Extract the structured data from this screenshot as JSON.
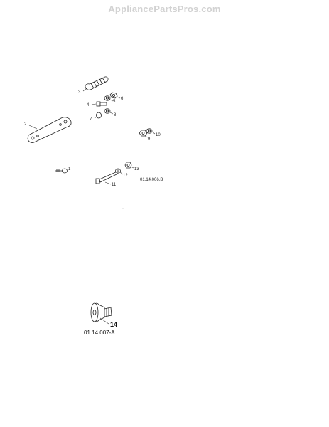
{
  "watermark": "AppliancePartsPros.com",
  "diagram_1": {
    "callouts": [
      "1",
      "2",
      "3",
      "4",
      "5",
      "6",
      "7",
      "8",
      "9",
      "10",
      "11",
      "12",
      "13"
    ],
    "figure_code": "01.14.006.B"
  },
  "diagram_2": {
    "callout": "14",
    "figure_code": "01.14.007-A"
  }
}
